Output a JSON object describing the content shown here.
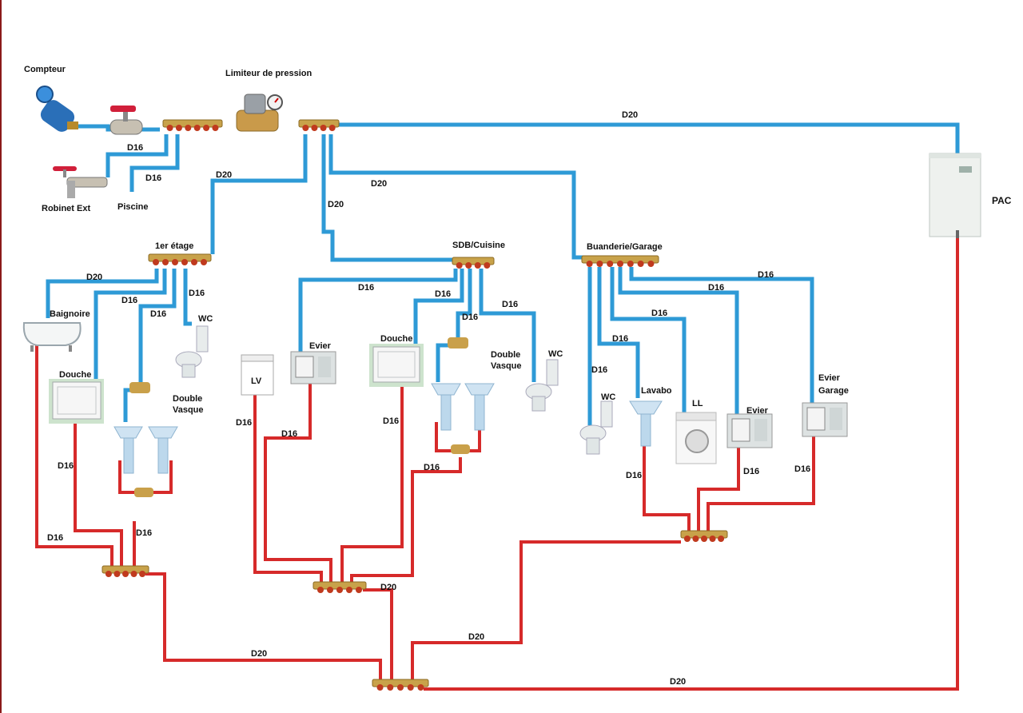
{
  "colors": {
    "cold": "#2e9ad6",
    "hot": "#d62a2a",
    "manifold": "#c8a24a",
    "valve": "#c03a1e"
  },
  "labels": {
    "compteur": "Compteur",
    "limiteur": "Limiteur de pression",
    "robinet_ext": "Robinet Ext",
    "piscine": "Piscine",
    "pac": "PAC",
    "etage": "1er étage",
    "sdb_cuisine": "SDB/Cuisine",
    "buanderie": "Buanderie/Garage",
    "baignoire": "Baignoire",
    "douche_1": "Douche",
    "double_vasque_1": "Double\nVasque",
    "wc_1": "WC",
    "lv": "LV",
    "evier_1": "Evier",
    "douche_2": "Douche",
    "double_vasque_2": "Double\nVasque",
    "wc_2": "WC",
    "wc_3": "WC",
    "lavabo": "Lavabo",
    "ll": "LL",
    "evier_2": "Evier",
    "evier_garage": "Evier\nGarage"
  },
  "pipe_sizes": {
    "d16": "D16",
    "d20": "D20"
  },
  "icons": [
    "water-meter-icon",
    "valve-icon",
    "pressure-reducer-icon",
    "tap-icon",
    "heat-pump-icon",
    "bathtub-icon",
    "shower-tray-icon",
    "washbasin-icon",
    "toilet-icon",
    "dishwasher-icon",
    "sink-icon",
    "washing-machine-icon",
    "manifold-icon"
  ]
}
